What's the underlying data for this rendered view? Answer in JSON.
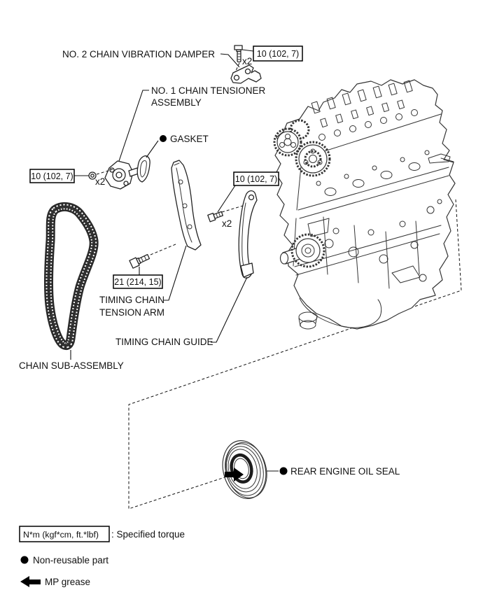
{
  "callouts": {
    "no2_chain_vibration_damper": "NO. 2 CHAIN VIBRATION DAMPER",
    "no1_chain_tensioner_line1": "NO. 1 CHAIN TENSIONER",
    "no1_chain_tensioner_line2": "ASSEMBLY",
    "gasket": "GASKET",
    "tension_arm_line1": "TIMING CHAIN",
    "tension_arm_line2": "TENSION ARM",
    "timing_chain_guide": "TIMING CHAIN GUIDE",
    "chain_sub_assembly": "CHAIN SUB-ASSEMBLY",
    "rear_engine_oil_seal": "REAR ENGINE OIL SEAL"
  },
  "torque_specs": {
    "damper_bolts": {
      "value": "10 (102, 7)",
      "count": "x2"
    },
    "tensioner_nuts": {
      "value": "10 (102, 7)",
      "count": "x2"
    },
    "guide_bolts": {
      "value": "10 (102, 7)",
      "count": "x2"
    },
    "tension_arm_pivot": {
      "value": "21 (214, 15)"
    }
  },
  "legend": {
    "torque_unit_box": "N*m (kgf*cm, ft.*lbf)",
    "torque_desc": ": Specified torque",
    "non_reusable": "Non-reusable part",
    "mp_grease": "MP grease"
  },
  "colors": {
    "background": "#ffffff",
    "line": "#343434",
    "text": "#111111",
    "marker": "#000000"
  }
}
